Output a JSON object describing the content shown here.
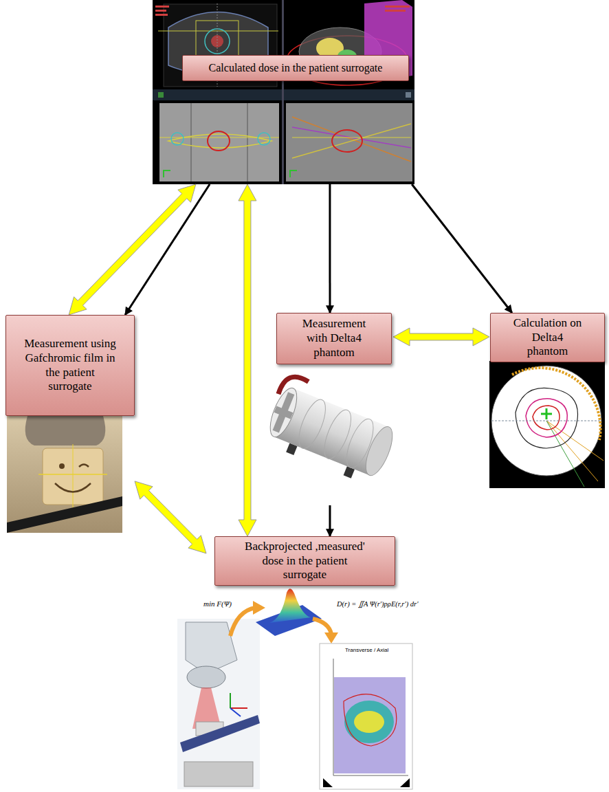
{
  "diagram": {
    "nodes": [
      {
        "text": [
          "Calculated dose in the patient surrogate"
        ]
      },
      {
        "text": [
          "Measurement using Gafchromic film in the patient surrogate"
        ]
      },
      {
        "text": [
          "Measurement with Delta4 phantom"
        ]
      },
      {
        "text": [
          "Calculation on Delta4 phantom"
        ]
      },
      {
        "text": [
          "Backprojected ,measured' dose in the patient surrogate"
        ]
      }
    ],
    "edges": [
      {
        "from": 0,
        "to": 1,
        "arrow": "both"
      },
      {
        "from": 0,
        "to": 1,
        "arrow": "to"
      },
      {
        "from": 0,
        "to": 4,
        "arrow": "both"
      },
      {
        "from": 0,
        "to": 2,
        "arrow": "to"
      },
      {
        "from": 0,
        "to": 3,
        "arrow": "to"
      },
      {
        "from": 2,
        "to": 3,
        "arrow": "both"
      },
      {
        "from": 2,
        "to": 4,
        "arrow": "to"
      },
      {
        "from": 1,
        "to": 4,
        "arrow": "both"
      }
    ],
    "labels": [
      "min F(Ψ)",
      "D(r) = ∬A Ψ(r′)pρE(r,r′) dr′",
      "Transverse / Axial"
    ]
  }
}
